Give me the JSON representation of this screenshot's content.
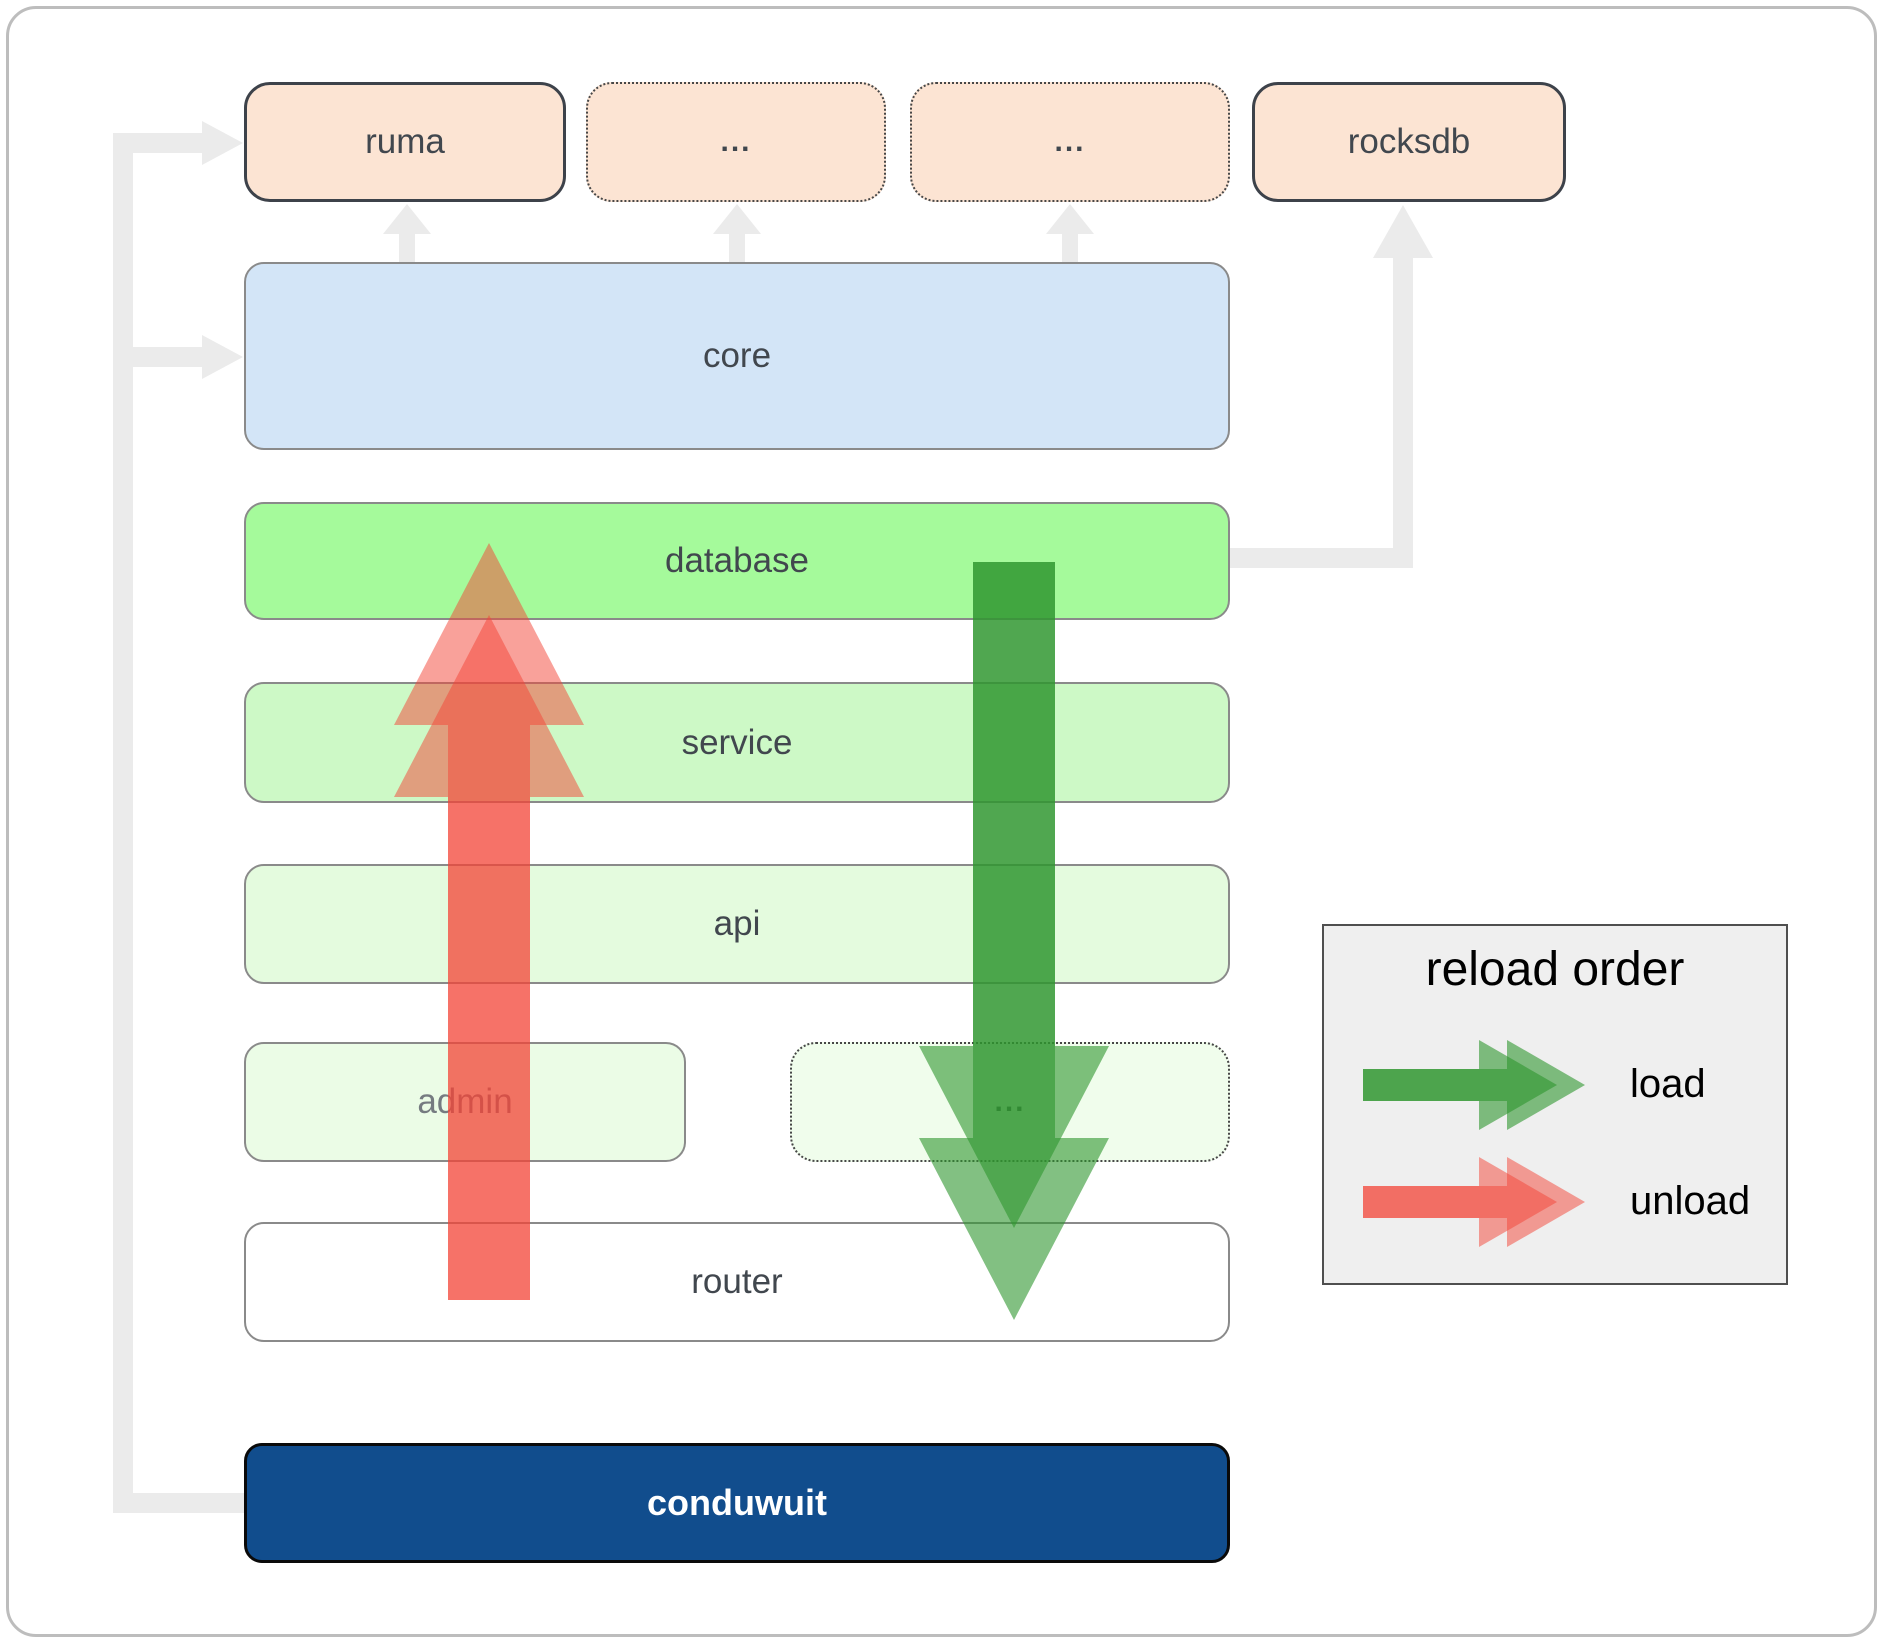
{
  "diagram": {
    "nodes": {
      "ruma": {
        "label": "ruma"
      },
      "crate_more_1": {
        "label": "..."
      },
      "crate_more_2": {
        "label": "..."
      },
      "rocksdb": {
        "label": "rocksdb"
      },
      "core": {
        "label": "core"
      },
      "database": {
        "label": "database"
      },
      "service": {
        "label": "service"
      },
      "api": {
        "label": "api"
      },
      "admin": {
        "label": "admin"
      },
      "service_more": {
        "label": "..."
      },
      "router": {
        "label": "router"
      },
      "conduwuit": {
        "label": "conduwuit"
      }
    },
    "legend": {
      "title": "reload order",
      "items": [
        {
          "label": "load",
          "color": "#2e962e"
        },
        {
          "label": "unload",
          "color": "#f44336"
        }
      ]
    },
    "colors": {
      "load_green": "#2e962e",
      "unload_red": "#f44336",
      "connector_gray": "#ebebeb",
      "peach": "#fce4d3",
      "core_blue": "#d3e5f7",
      "database_green": "#a5fa9b",
      "service_green": "#cdf9c6",
      "api_green": "#e4fbde",
      "admin_green": "#ebfce6",
      "conduwuit_navy": "#114d8d",
      "legend_bg": "#efefef"
    }
  }
}
